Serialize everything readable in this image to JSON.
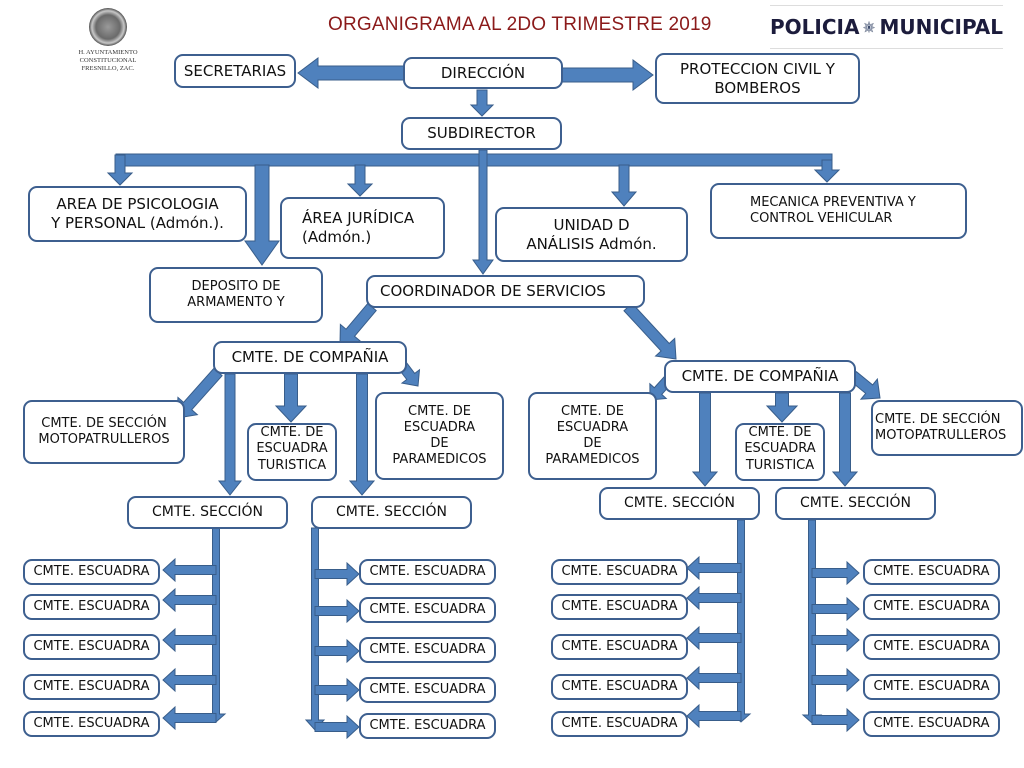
{
  "header": {
    "title": "ORGANIGRAMA AL 2DO TRIMESTRE 2019",
    "seal_text": "H. AYUNTAMIENTO\nCONSTITUCIONAL\nFRESNILLO, ZAC.",
    "logo_left": "POLICIA",
    "logo_right": "MUNICIPAL",
    "logo_icon": "police-star-badge-icon"
  },
  "colors": {
    "arrow_fill": "#4f81bd",
    "arrow_stroke": "#385d8a",
    "box_border": "#3d5f8f",
    "title": "#8b1a1a"
  },
  "top": {
    "direccion": "DIRECCIÓN",
    "secretarias": "SECRETARIAS",
    "proteccion_civil": "PROTECCION CIVIL Y\nBOMBEROS",
    "subdirector": "SUBDIRECTOR"
  },
  "areas": {
    "psicologia": "AREA DE PSICOLOGIA\nY PERSONAL (Admón.).",
    "juridica": "ÁREA JURÍDICA\n(Admón.)",
    "analisis": "UNIDAD D\nANÁLISIS Admón.",
    "mecanica": "MECANICA PREVENTIVA Y\nCONTROL VEHICULAR",
    "deposito": "DEPOSITO DE\nARMAMENTO Y",
    "coordinador": "COORDINADOR DE SERVICIOS"
  },
  "left_company": {
    "title": "CMTE. DE COMPAÑIA",
    "motopatrulleros": "CMTE. DE SECCIÓN\nMOTOPATRULLEROS",
    "turistica": "CMTE. DE\nESCUADRA\nTURISTICA",
    "paramedicos": "CMTE. DE\nESCUADRA\nDE\nPARAMEDICOS",
    "section_a": "CMTE. SECCIÓN",
    "section_b": "CMTE. SECCIÓN",
    "squads_a": [
      "CMTE. ESCUADRA",
      "CMTE. ESCUADRA",
      "CMTE. ESCUADRA",
      "CMTE. ESCUADRA",
      "CMTE. ESCUADRA"
    ],
    "squads_b": [
      "CMTE. ESCUADRA",
      "CMTE. ESCUADRA",
      "CMTE. ESCUADRA",
      "CMTE. ESCUADRA",
      "CMTE. ESCUADRA"
    ]
  },
  "right_company": {
    "title": "CMTE. DE COMPAÑIA",
    "paramedicos": "CMTE. DE\nESCUADRA\nDE\nPARAMEDICOS",
    "turistica": "CMTE. DE\nESCUADRA\nTURISTICA",
    "motopatrulleros": "CMTE. DE SECCIÓN\nMOTOPATRULLEROS",
    "section_a": "CMTE. SECCIÓN",
    "section_b": "CMTE. SECCIÓN",
    "squads_a": [
      "CMTE. ESCUADRA",
      "CMTE. ESCUADRA",
      "CMTE. ESCUADRA",
      "CMTE. ESCUADRA",
      "CMTE. ESCUADRA"
    ],
    "squads_b": [
      "CMTE. ESCUADRA",
      "CMTE. ESCUADRA",
      "CMTE. ESCUADRA",
      "CMTE. ESCUADRA",
      "CMTE. ESCUADRA"
    ]
  }
}
